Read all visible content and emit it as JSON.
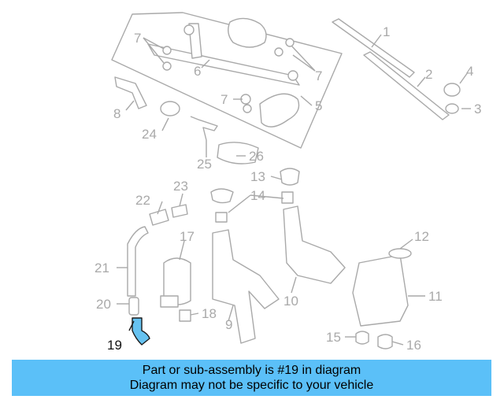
{
  "diagram": {
    "highlight_color": "#66c2f0",
    "highlighted_callout": "19",
    "callouts": {
      "c1": "1",
      "c2": "2",
      "c3": "3",
      "c4": "4",
      "c5": "5",
      "c6": "6",
      "c7a": "7",
      "c7b": "7",
      "c7c": "7",
      "c8": "8",
      "c9": "9",
      "c10": "10",
      "c11": "11",
      "c12": "12",
      "c13": "13",
      "c14": "14",
      "c15": "15",
      "c16": "16",
      "c17": "17",
      "c18": "18",
      "c19": "19",
      "c20": "20",
      "c21": "21",
      "c22": "22",
      "c23": "23",
      "c24": "24",
      "c25": "25",
      "c26": "26"
    }
  },
  "banner": {
    "color": "#5bc0f8",
    "line1": "Part or sub-assembly is #19 in diagram",
    "line2": "Diagram may not be specific to your vehicle"
  }
}
